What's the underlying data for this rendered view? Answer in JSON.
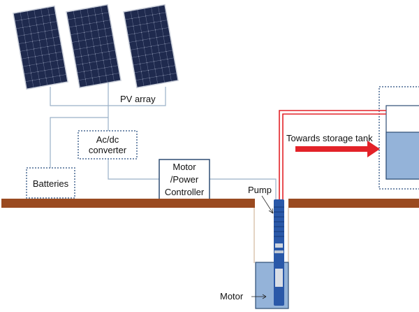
{
  "labels": {
    "pv_array": "PV array",
    "converter": [
      "Ac/dc",
      "converter"
    ],
    "batteries": "Batteries",
    "controller": [
      "Motor",
      "/Power",
      "Controller"
    ],
    "pump": "Pump",
    "motor": "Motor",
    "flow": "Towards storage tank"
  },
  "colors": {
    "panel": "#1f2a4e",
    "wire": "#9ab0c8",
    "ground": "#9a4a20",
    "pipe": "#e32228",
    "water": "#94b3d9",
    "pump": "#2a58a8"
  }
}
